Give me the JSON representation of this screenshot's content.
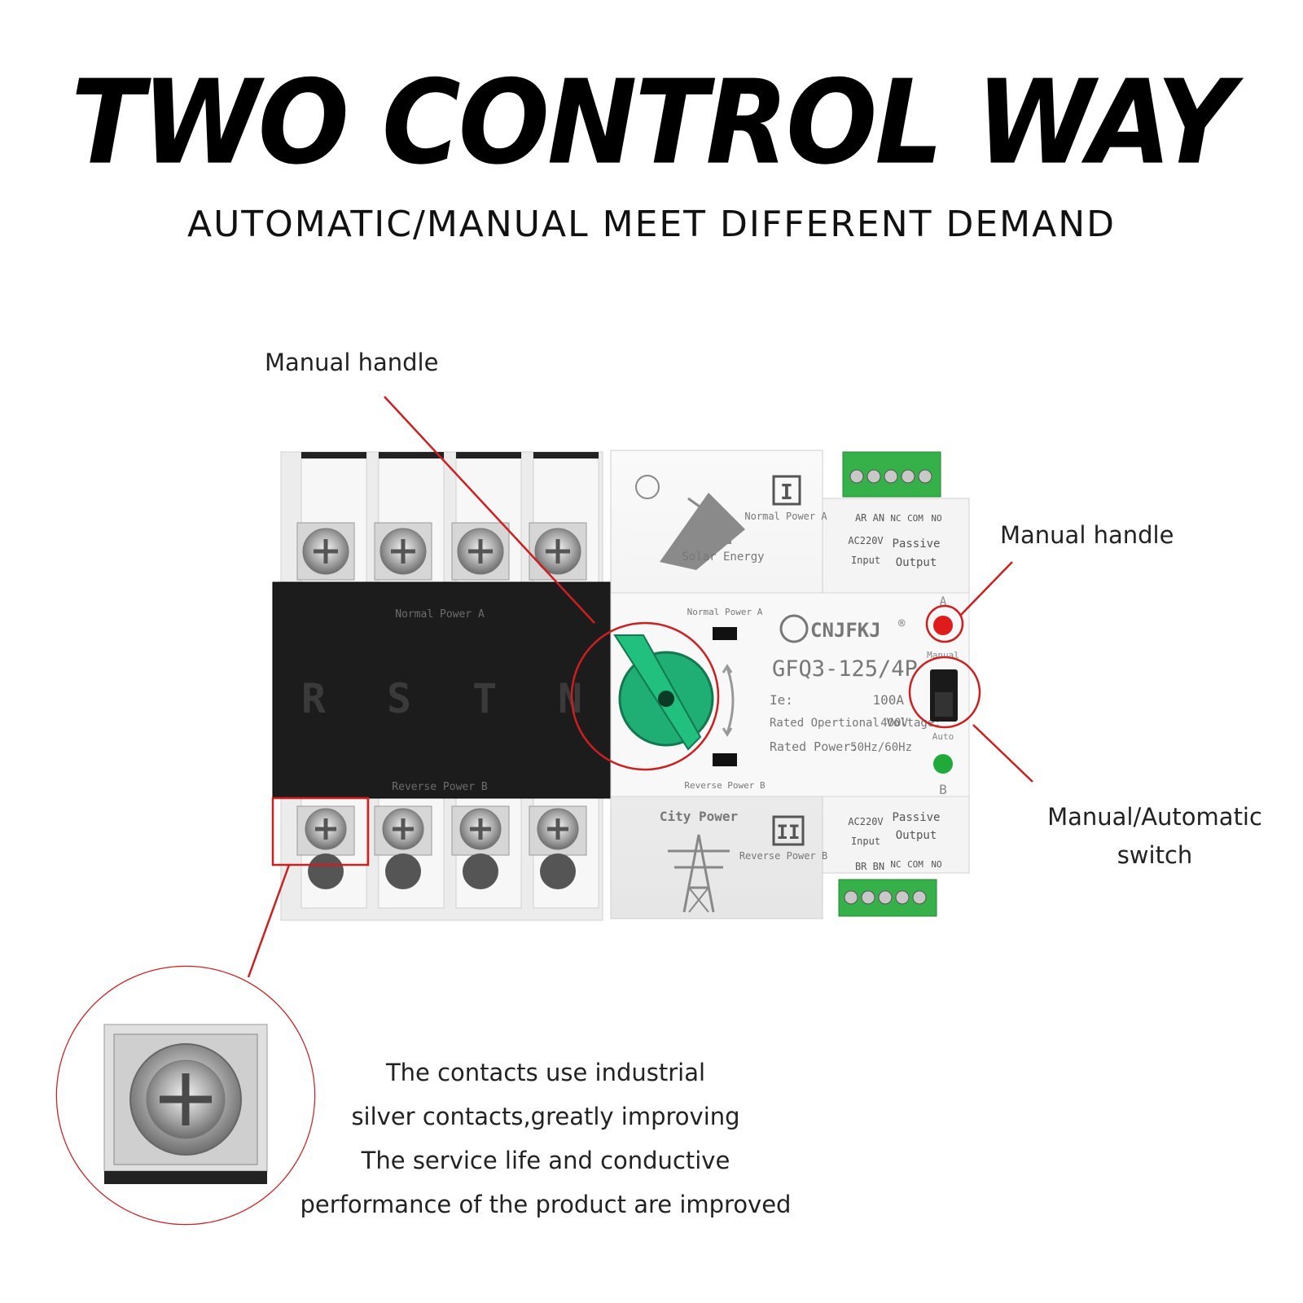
{
  "headline": "TWO CONTROL WAY",
  "subheadline": "AUTOMATIC/MANUAL MEET DIFFERENT DEMAND",
  "callouts": {
    "manual_handle_top": "Manual handle",
    "manual_handle_right": "Manual handle",
    "switch_line1": "Manual/Automatic",
    "switch_line2": "switch"
  },
  "description": [
    "The contacts use industrial",
    "silver contacts,greatly improving",
    "The service life and conductive",
    "performance of the product are improved"
  ],
  "device": {
    "brand": "CNJFKJ",
    "model": "GFQ3-125/4P",
    "ie_label": "Ie:",
    "ie_value": "100A",
    "voltage_label": "Rated Opertional Voltage:",
    "voltage_value": "400V",
    "power_label": "Rated Power:",
    "power_value": "50Hz/60Hz",
    "phases": [
      "R",
      "S",
      "T",
      "N"
    ],
    "normal_power_a": "Normal Power A",
    "reverse_power_b": "Reverse Power B",
    "solar_energy": "Solar Energy",
    "city_power": "City Power",
    "roman_one": "I",
    "roman_two": "II",
    "top_terminal_labels": {
      "ar_an": "AR AN",
      "ac220v": "AC220V",
      "input": "Input",
      "nc": "NC",
      "com": "COM",
      "no": "NO",
      "passive": "Passive",
      "output": "Output"
    },
    "bottom_terminal_labels": {
      "ac220v": "AC220V",
      "input": "Input",
      "br_bn": "BR BN",
      "nc": "NC",
      "com": "COM",
      "no": "NO",
      "passive": "Passive",
      "output": "Output"
    },
    "indicator_a": "A",
    "indicator_b": "B",
    "manual_label": "Manual",
    "auto_label": "Auto"
  },
  "colors": {
    "accent_red": "#cc1f1f",
    "handle_green": "#1fae74",
    "terminal_green": "#36b049",
    "black_panel": "#1a1a1a",
    "body_white": "#f3f3f3"
  }
}
